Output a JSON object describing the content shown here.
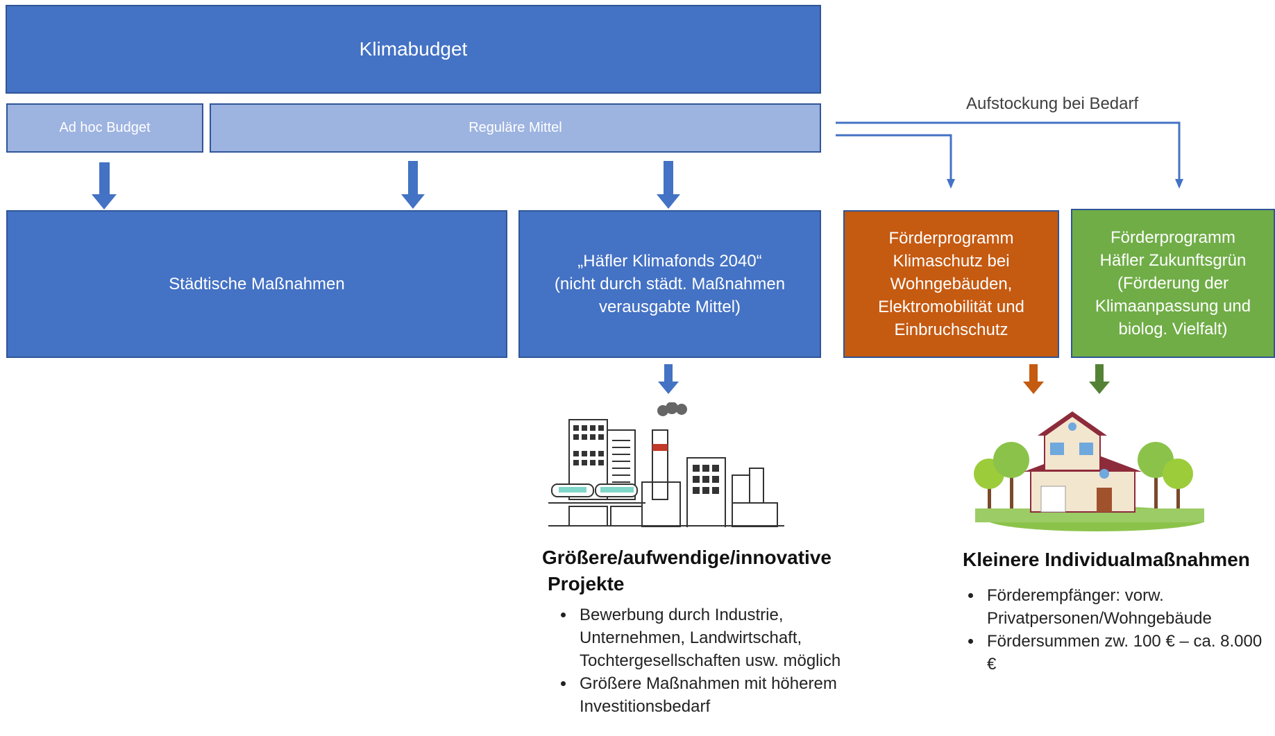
{
  "klimabudget": "Klimabudget",
  "ad_hoc_budget": "Ad hoc Budget",
  "regulaere_mittel": "Reguläre Mittel",
  "aufstockung": "Aufstockung bei Bedarf",
  "staedtische_massnahmen": "Städtische Maßnahmen",
  "klimafonds": "„Häfler Klimafonds 2040“\n(nicht durch städt. Maßnahmen\nverausgabte Mittel)",
  "foerder_wohngebaeude": "Förderprogramm\nKlimaschutz bei\nWohngebäuden,\nElektromobilität und\nEinbruchschutz",
  "foerder_zukunftsgruen": "Förderprogramm\nHäfler Zukunftsgrün\n(Förderung der\nKlimaanpassung und\nbiolog. Vielfalt)",
  "groessere_projekte": {
    "heading_line1": "Größere/aufwendige/innovative",
    "heading_line2": "Projekte",
    "bullets": [
      "Bewerbung durch Industrie, Unternehmen, Landwirtschaft, Tochtergesellschaften usw. möglich",
      "Größere Maßnahmen mit höherem Investitionsbedarf"
    ]
  },
  "kleinere_massnahmen": {
    "heading": "Kleinere Individualmaßnahmen",
    "bullets": [
      "Förderempfänger: vorw. Privatpersonen/Wohngebäude",
      "Fördersummen zw. 100 € – ca. 8.000 €"
    ]
  },
  "colors": {
    "blue": "#4472c4",
    "light_blue": "#9db3e0",
    "orange": "#c55a11",
    "green": "#70ad47",
    "border": "#2f5597"
  },
  "icons": [
    "industry-illustration",
    "house-illustration"
  ]
}
